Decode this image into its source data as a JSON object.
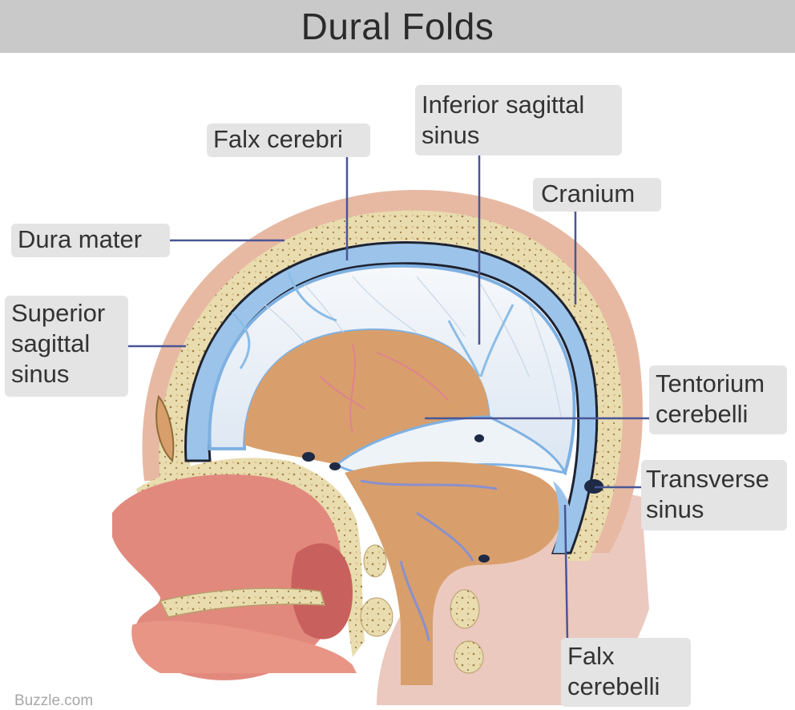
{
  "title": "Dural Folds",
  "labels": {
    "falx_cerebri": "Falx cerebri",
    "inferior_sagittal_sinus": "Inferior sagittal\nsinus",
    "cranium": "Cranium",
    "dura_mater": "Dura mater",
    "superior_sagittal_sinus": "Superior\nsagittal\nsinus",
    "tentorium_cerebelli": "Tentorium\ncerebelli",
    "transverse_sinus": "Transverse\nsinus",
    "falx_cerebelli": "Falx\ncerebelli"
  },
  "watermark": "Buzzle.com",
  "colors": {
    "title_bar": "#c9c9c9",
    "label_bg": "#e4e4e4",
    "scalp": "#e7b9a3",
    "bone": "#e9dcae",
    "dura": "#9cc4ea",
    "falx": "#eef3f8",
    "brain_cavity": "#d89f6c",
    "nasal_soft_tissue": "#e2897e",
    "leader_line": "#4a5596"
  }
}
